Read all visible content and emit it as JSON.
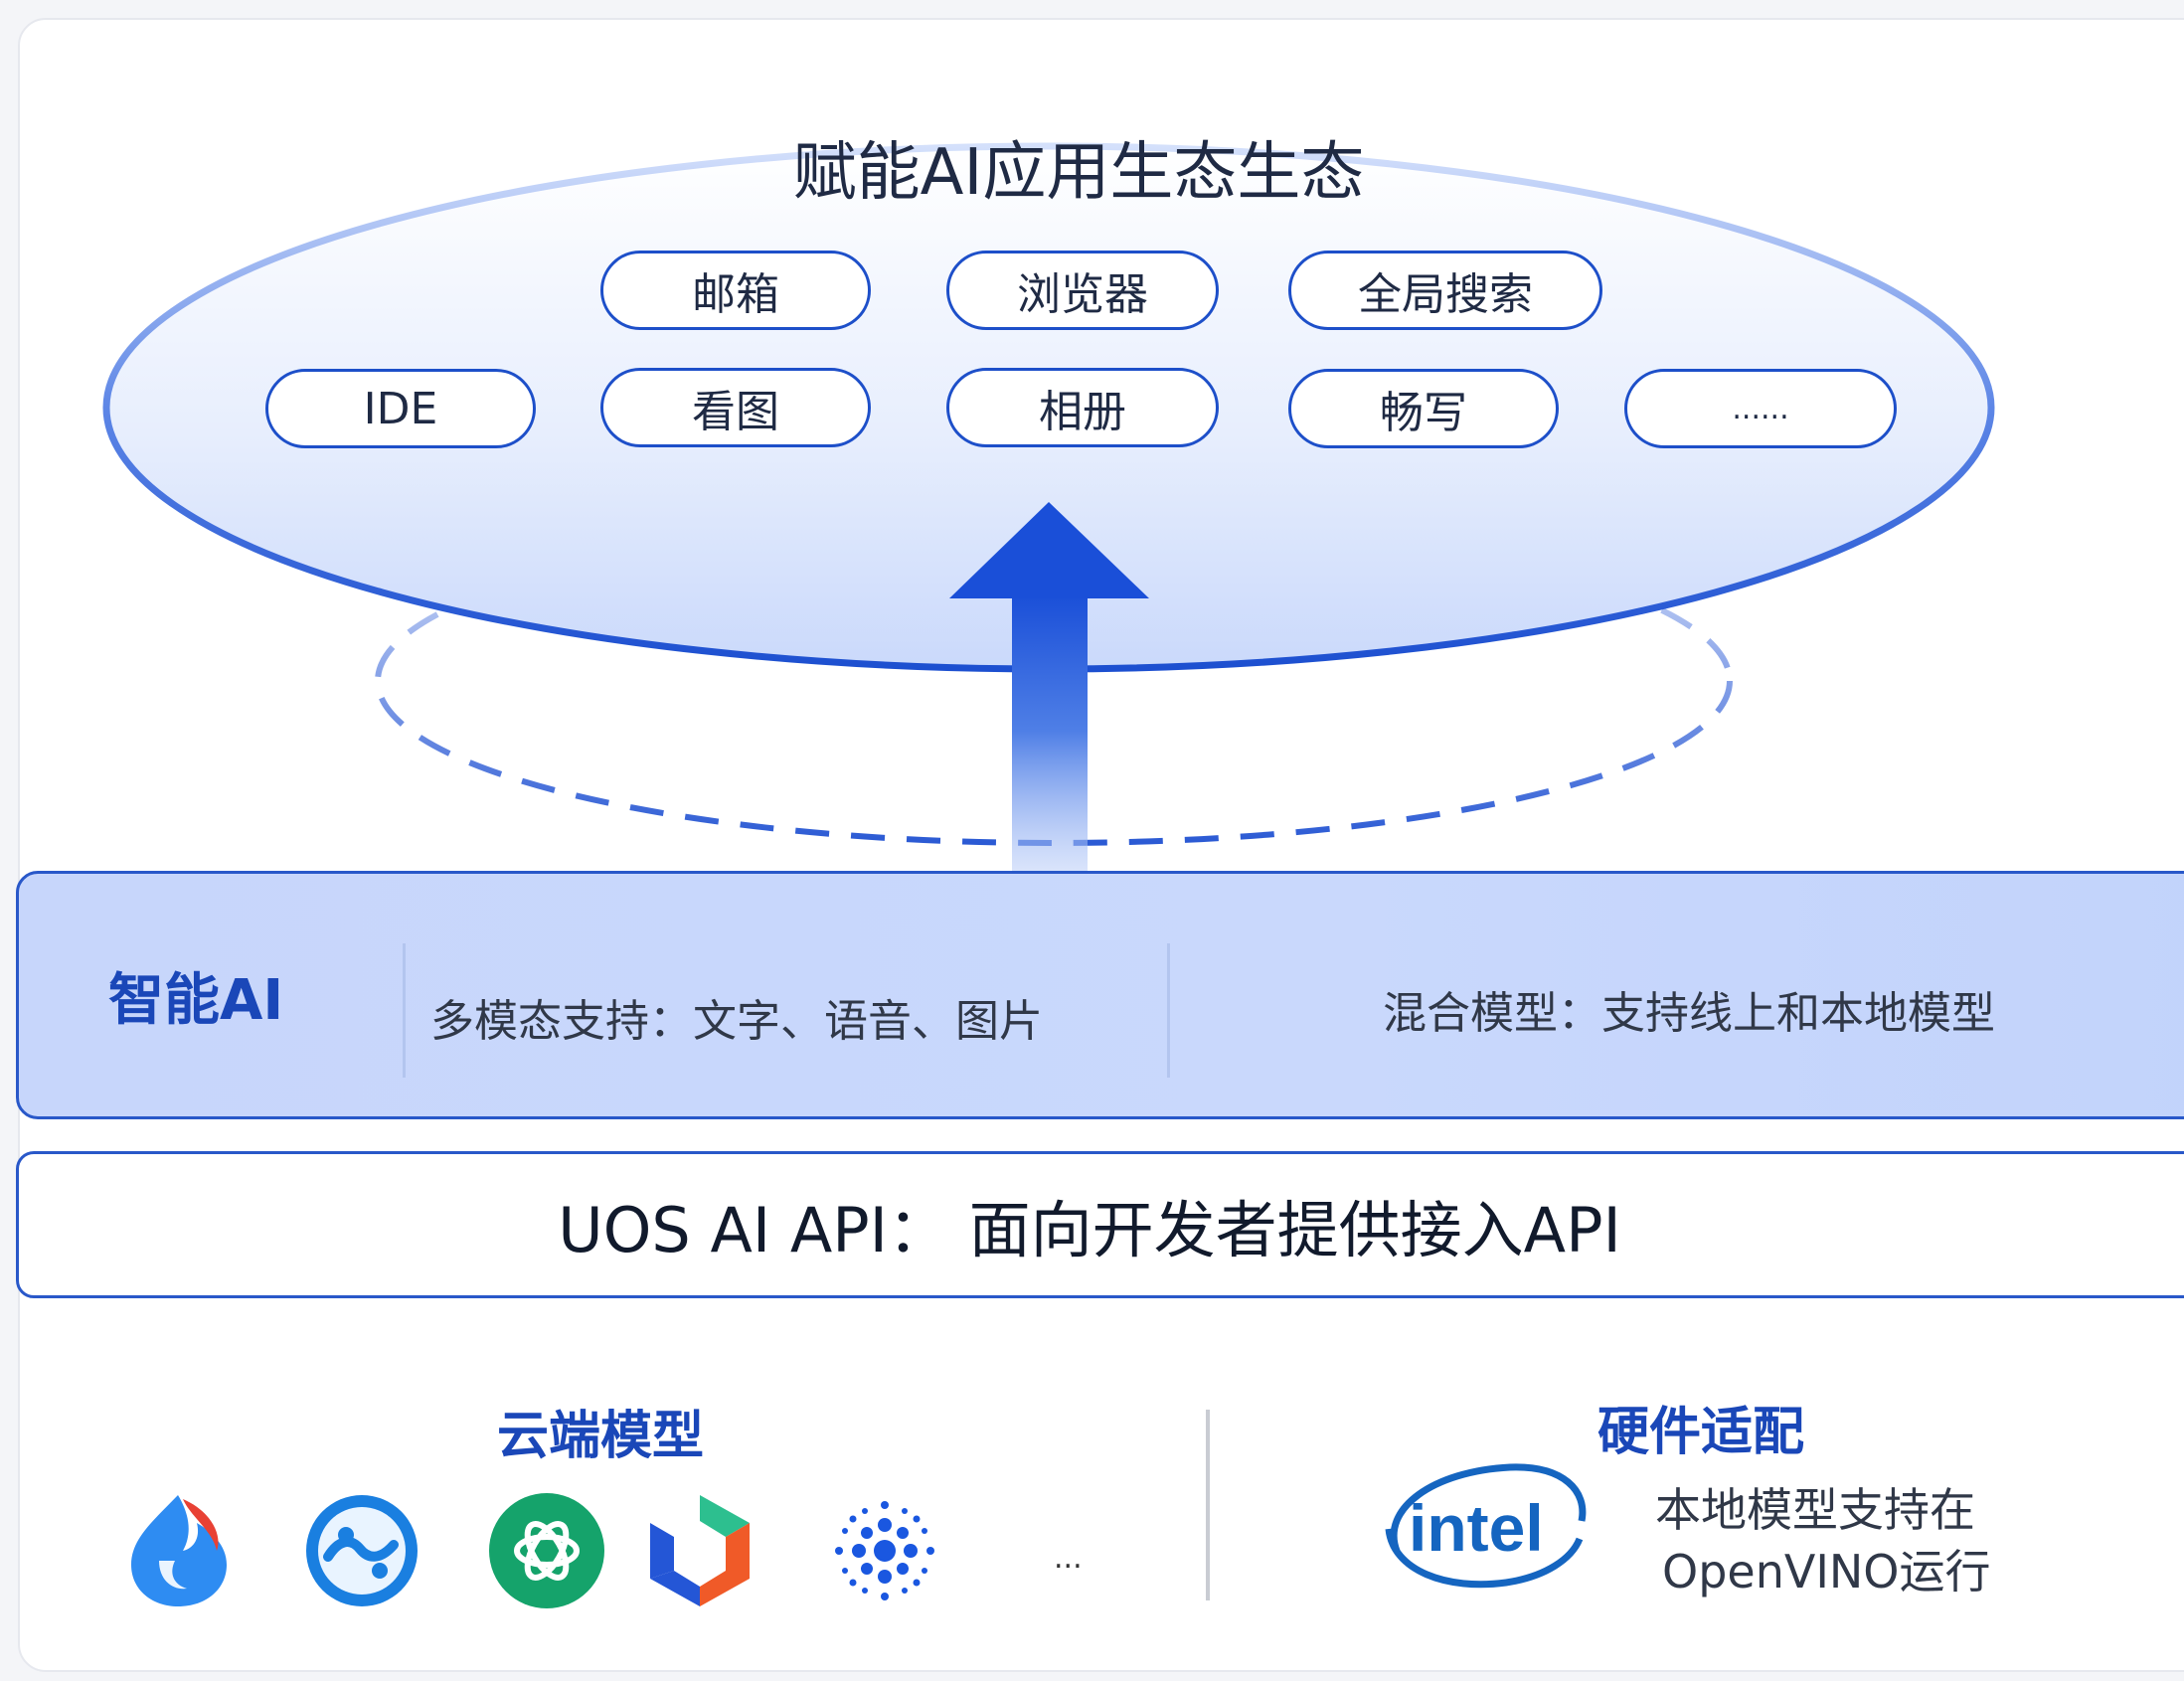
{
  "ecosystem": {
    "title": "赋能AI应用生态生态",
    "apps_row1": [
      "邮箱",
      "浏览器",
      "全局搜索"
    ],
    "apps_row2": [
      "IDE",
      "看图",
      "相册",
      "畅写",
      "......"
    ]
  },
  "intelligent_ai": {
    "title": "智能AI",
    "multimodal": "多模态支持：文字、语音、图片",
    "hybrid": "混合模型：支持线上和本地模型"
  },
  "api": {
    "label": "UOS AI API： 面向开发者提供接入API"
  },
  "cloud_models": {
    "title": "云端模型",
    "logos": [
      "ernie-logo-icon",
      "spark-logo-icon",
      "openai-logo-icon",
      "tongyi-logo-icon",
      "zhipu-logo-icon"
    ],
    "more": "..."
  },
  "hardware": {
    "title": "硬件适配",
    "brand_logo": "intel",
    "desc_line1": "本地模型支持在",
    "desc_line2": "OpenVINO运行"
  },
  "colors": {
    "primary_blue": "#1d4fc9",
    "band_fill": "#c7d6fb",
    "title_blue": "#1a47b8"
  }
}
